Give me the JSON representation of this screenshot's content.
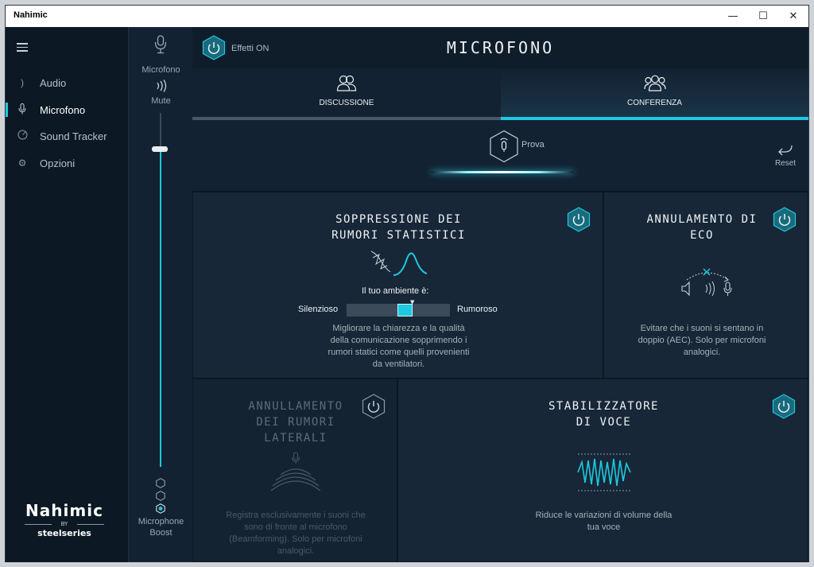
{
  "app": {
    "title": "Nahimic"
  },
  "window_controls": {
    "minimize": "—",
    "maximize": "☐",
    "close": "✕"
  },
  "sidebar": {
    "items": [
      {
        "label": "Audio",
        "icon": "speaker-icon"
      },
      {
        "label": "Microfono",
        "icon": "mic-icon"
      },
      {
        "label": "Sound Tracker",
        "icon": "radar-icon"
      },
      {
        "label": "Opzioni",
        "icon": "gear-icon"
      }
    ],
    "brand": {
      "name": "Nahimic",
      "by": "BY",
      "partner": "steelseries"
    }
  },
  "mic_panel": {
    "mic_label": "Microfono",
    "mute_label": "Mute",
    "boost_label_1": "Microphone",
    "boost_label_2": "Boost",
    "level": 0.9,
    "boost_steps": 3,
    "boost_selected": 1
  },
  "header": {
    "effects_label": "Effetti ON",
    "title": "MICROFONO"
  },
  "tabs": [
    {
      "label": "DISCUSSIONE",
      "active": false
    },
    {
      "label": "CONFERENZA",
      "active": true
    }
  ],
  "test": {
    "label": "Prova",
    "reset_label": "Reset"
  },
  "cards": {
    "noise": {
      "title_1": "SOPPRESSIONE DEI",
      "title_2": "RUMORI STATISTICI",
      "env_label": "Il tuo ambiente è:",
      "quiet": "Silenzioso",
      "noisy": "Rumoroso",
      "level": 0.5,
      "desc_1": "Migliorare la chiarezza e la qualità",
      "desc_2": "della comunicazione sopprimendo i",
      "desc_3": "rumori statici come quelli provenienti",
      "desc_4": "da ventilatori."
    },
    "echo": {
      "title_1": "ANNULAMENTO DI",
      "title_2": "ECO",
      "desc_1": "Evitare che i suoni si sentano in",
      "desc_2": "doppio (AEC). Solo per microfoni",
      "desc_3": "analogici."
    },
    "side": {
      "title_1": "ANNULLAMENTO",
      "title_2": "DEI RUMORI",
      "title_3": "LATERALI",
      "desc_1": "Registra esclusivamente i suoni che",
      "desc_2": "sono di fronte al microfono",
      "desc_3": "(Beamforming). Solo per microfoni",
      "desc_4": "analogici."
    },
    "voice": {
      "title_1": "STABILIZZATORE",
      "title_2": "DI VOCE",
      "desc_1": "Riduce le variazioni di volume della",
      "desc_2": "tua voce"
    }
  },
  "colors": {
    "accent": "#1ec8e0",
    "background": "#132232",
    "sidebar": "#0c1924"
  }
}
